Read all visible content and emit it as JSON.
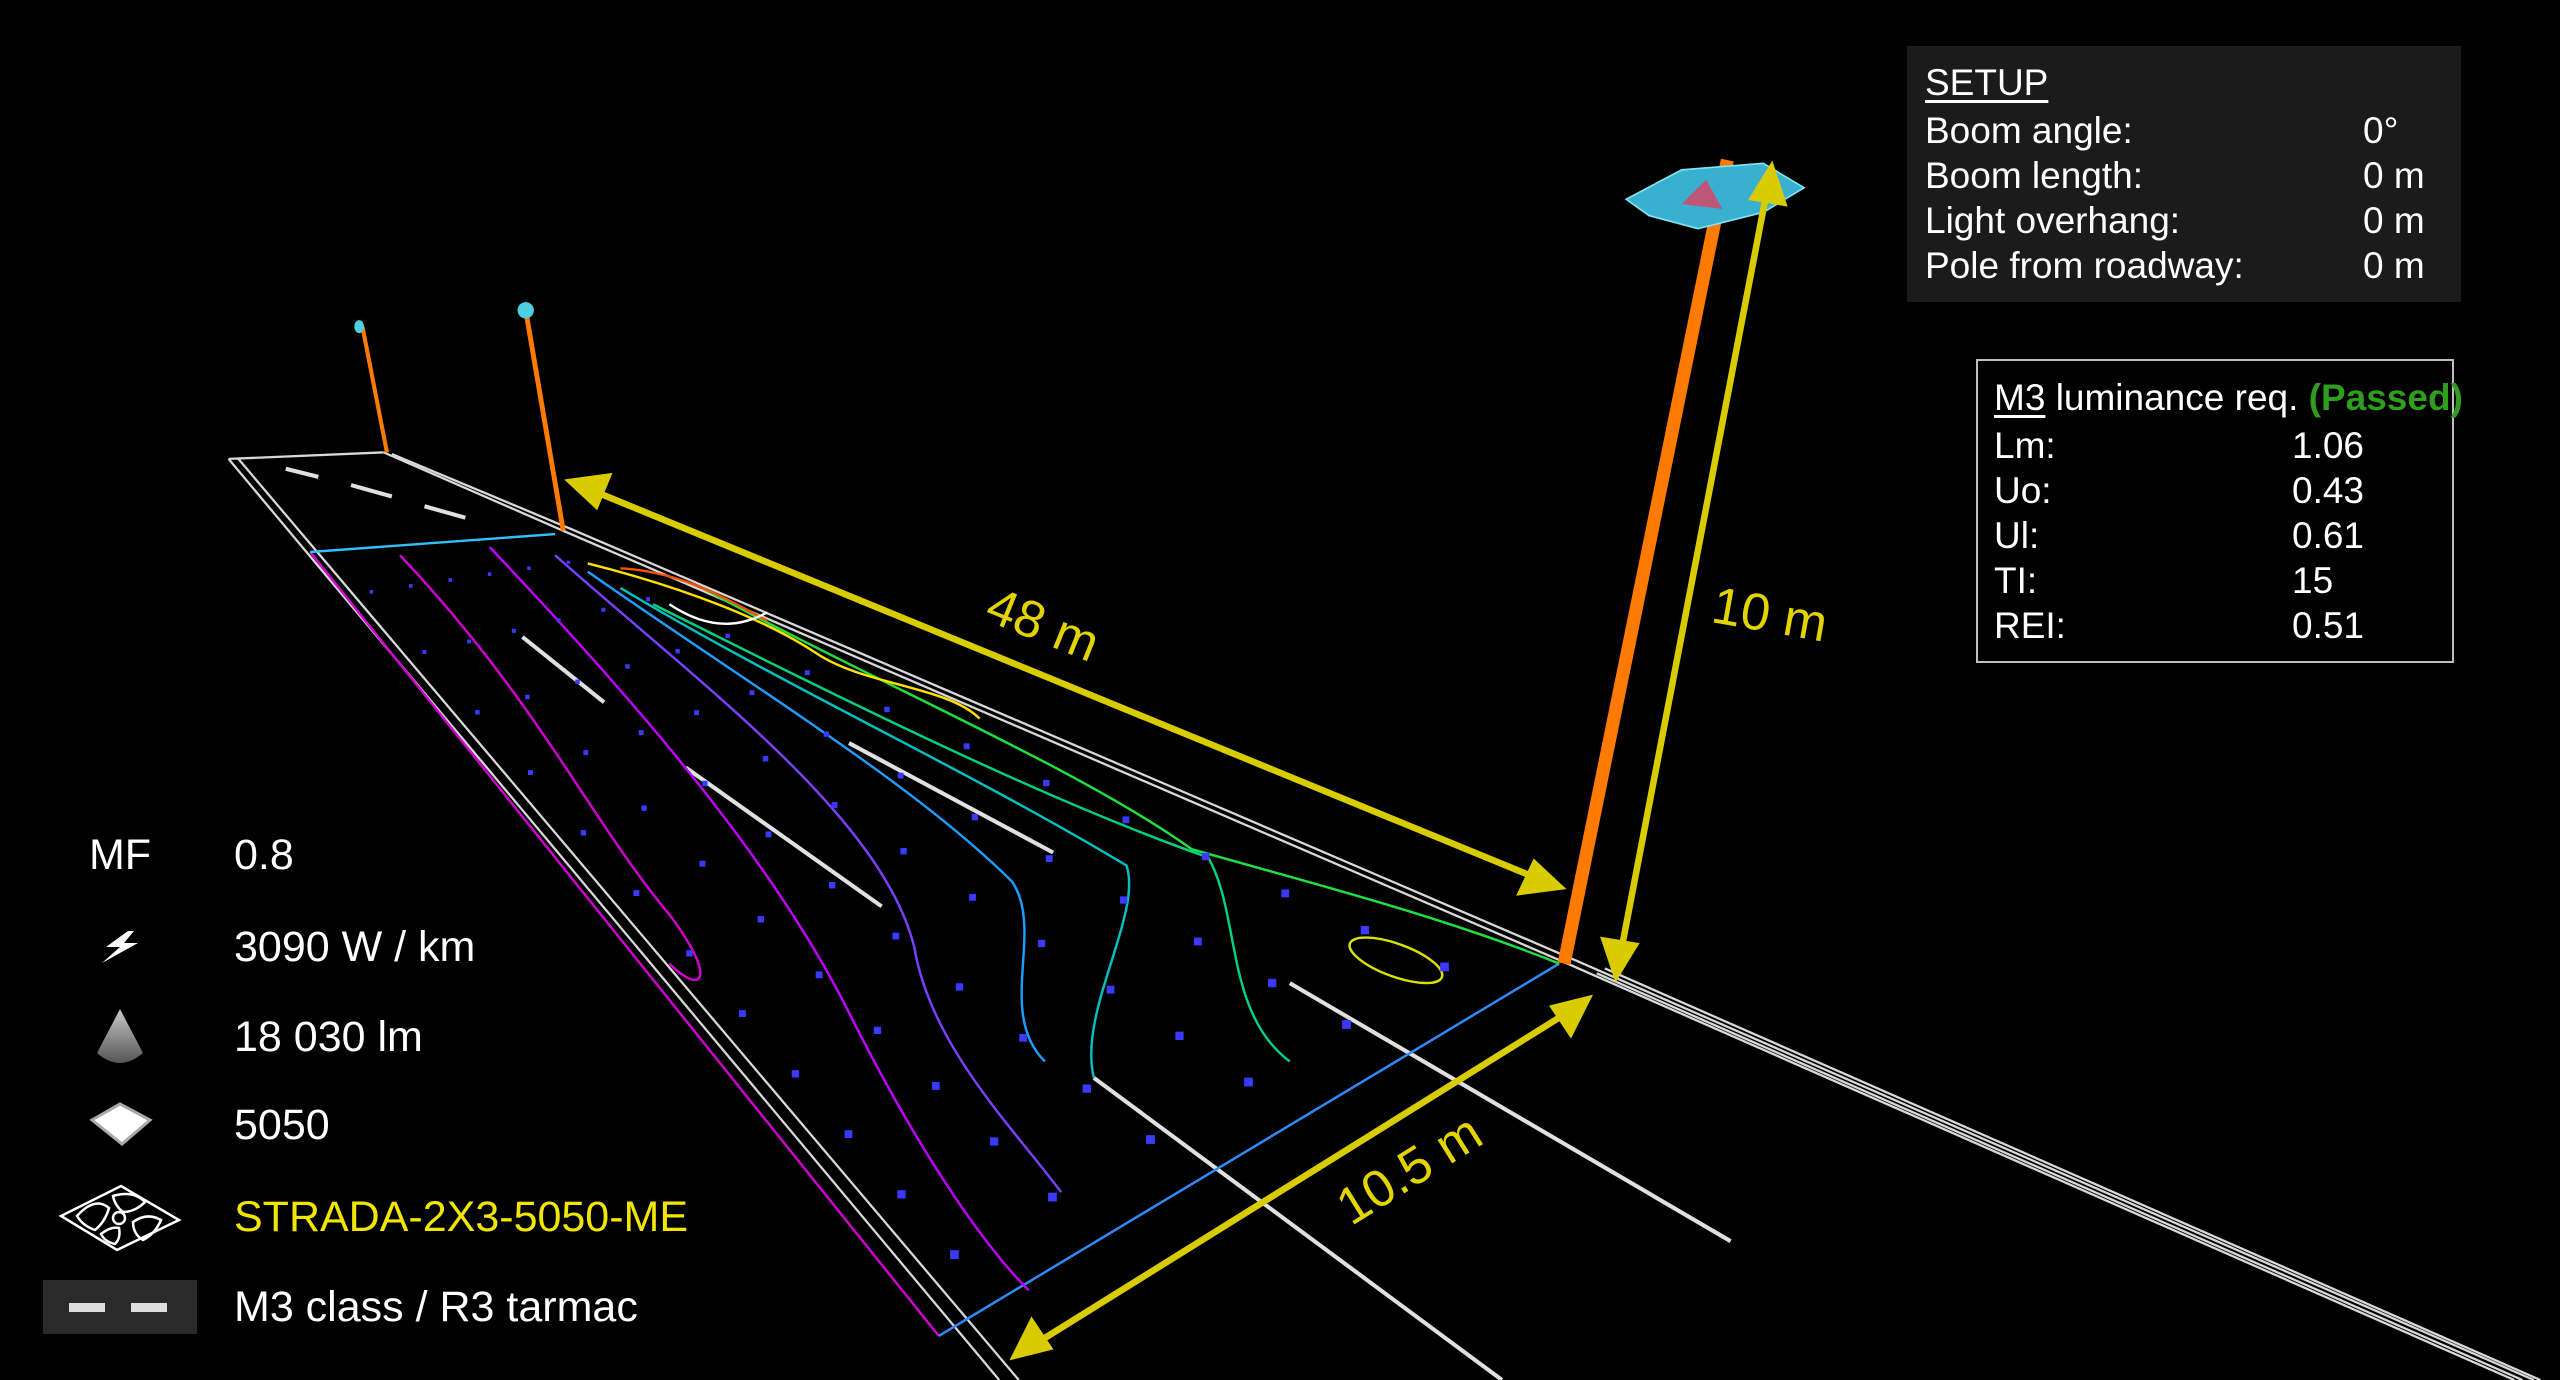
{
  "setup": {
    "title": "SETUP",
    "rows": [
      {
        "label": "Boom angle:",
        "value": "0°"
      },
      {
        "label": "Boom length:",
        "value": "0 m"
      },
      {
        "label": "Light overhang:",
        "value": "0 m"
      },
      {
        "label": "Pole from roadway:",
        "value": "0 m"
      }
    ]
  },
  "luminance": {
    "class": "M3",
    "title": "luminance req.",
    "status": "(Passed)",
    "rows": [
      {
        "label": "Lm:",
        "value": "1.06"
      },
      {
        "label": "Uo:",
        "value": "0.43"
      },
      {
        "label": "Ul:",
        "value": "0.61"
      },
      {
        "label": "TI:",
        "value": "15"
      },
      {
        "label": "REI:",
        "value": "0.51"
      }
    ]
  },
  "legend": [
    {
      "icon": "mf-label",
      "label": "MF",
      "value": "0.8"
    },
    {
      "icon": "lightning-icon",
      "value": "3090 W / km"
    },
    {
      "icon": "light-cone-icon",
      "value": "18 030 lm"
    },
    {
      "icon": "led-chip-icon",
      "value": "5050"
    },
    {
      "icon": "luminaire-module-icon",
      "value": "STRADA-2X3-5050-ME"
    },
    {
      "icon": "road-marking-icon",
      "value": "M3 class / R3 tarmac"
    }
  ],
  "dimensions": {
    "pole_spacing": "48 m",
    "pole_height": "10 m",
    "road_width": "10.5 m"
  },
  "colors": {
    "accent_yellow": "#e3d300",
    "pole": "#ff7a00",
    "passed": "#2f9d1e",
    "grid_points": "#3a3aff"
  }
}
